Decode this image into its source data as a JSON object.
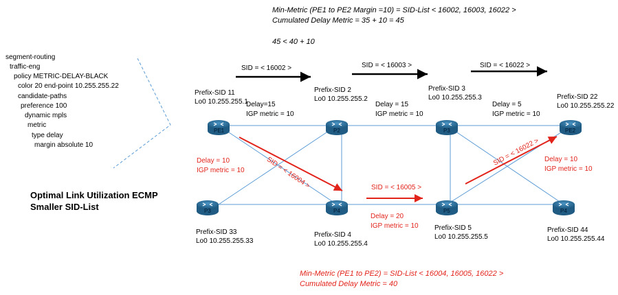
{
  "top": {
    "line1": "Min-Metric (PE1 to PE2 Margin =10) = SID-List < 16002, 16003, 16022 >",
    "line2": "Cumulated Delay Metric = 35 + 10 = 45",
    "line3": "45 < 40 + 10"
  },
  "bottom": {
    "line1": "Min-Metric (PE1 to PE2) = SID-List < 16004, 16005, 16022 >",
    "line2": "Cumulated Delay Metric = 40"
  },
  "config": [
    "segment-routing",
    "traffic-eng",
    "policy METRIC-DELAY-BLACK",
    "color 20 end-point 10.255.255.22",
    "candidate-paths",
    "preference 100",
    "dynamic mpls",
    "metric",
    "type delay",
    "margin absolute 10"
  ],
  "heading": {
    "line1": "Optimal Link Utilization ECMP",
    "line2": "Smaller SID-List"
  },
  "nodes": {
    "pe1": {
      "label": "PE1",
      "sid": "Prefix-SID 11",
      "lo": "Lo0 10.255.255.1"
    },
    "p2": {
      "label": "P2",
      "sid": "Prefix-SID 2",
      "lo": "Lo0 10.255.255.2"
    },
    "p3top": {
      "label": "P3",
      "sid": "Prefix-SID 3",
      "lo": "Lo0 10.255.255.3"
    },
    "pe2": {
      "label": "PE2",
      "sid": "Prefix-SID 22",
      "lo": "Lo0 10.255.255.22"
    },
    "p3bottom": {
      "label": "P3",
      "sid": "Prefix-SID 33",
      "lo": "Lo0 10.255.255.33"
    },
    "p4": {
      "label": "P4",
      "sid": "Prefix-SID 4",
      "lo": "Lo0 10.255.255.4"
    },
    "p5": {
      "label": "P5",
      "sid": "Prefix-SID 5",
      "lo": "Lo0 10.255.255.5"
    },
    "p4right": {
      "label": "P4",
      "sid": "Prefix-SID 44",
      "lo": "Lo0 10.255.255.44"
    }
  },
  "links": {
    "pe1_p2": {
      "delay": "Delay=15",
      "igp": "IGP metric = 10"
    },
    "p2_p3": {
      "delay": "Delay = 15",
      "igp": "IGP metric = 10"
    },
    "p3_pe2": {
      "delay": "Delay = 5",
      "igp": "IGP metric = 10"
    },
    "pe1_p4": {
      "delay": "Delay = 10",
      "igp": "IGP metric = 10"
    },
    "p4_p5": {
      "delay": "Delay = 20",
      "igp": "IGP metric = 10"
    },
    "p5_pe2": {
      "delay": "Delay = 10",
      "igp": "IGP metric = 10"
    }
  },
  "sids": {
    "top1": "SID = < 16002 >",
    "top2": "SID = < 16003 >",
    "top3": "SID = < 16022 >",
    "red1": "SID = < 16004 >",
    "red2": "SID = < 16005 >",
    "red3": "SID = < 16022 >"
  },
  "colors": {
    "router": "#2a6f97",
    "link": "#5b9bd5",
    "highlight": "#e2231a"
  }
}
